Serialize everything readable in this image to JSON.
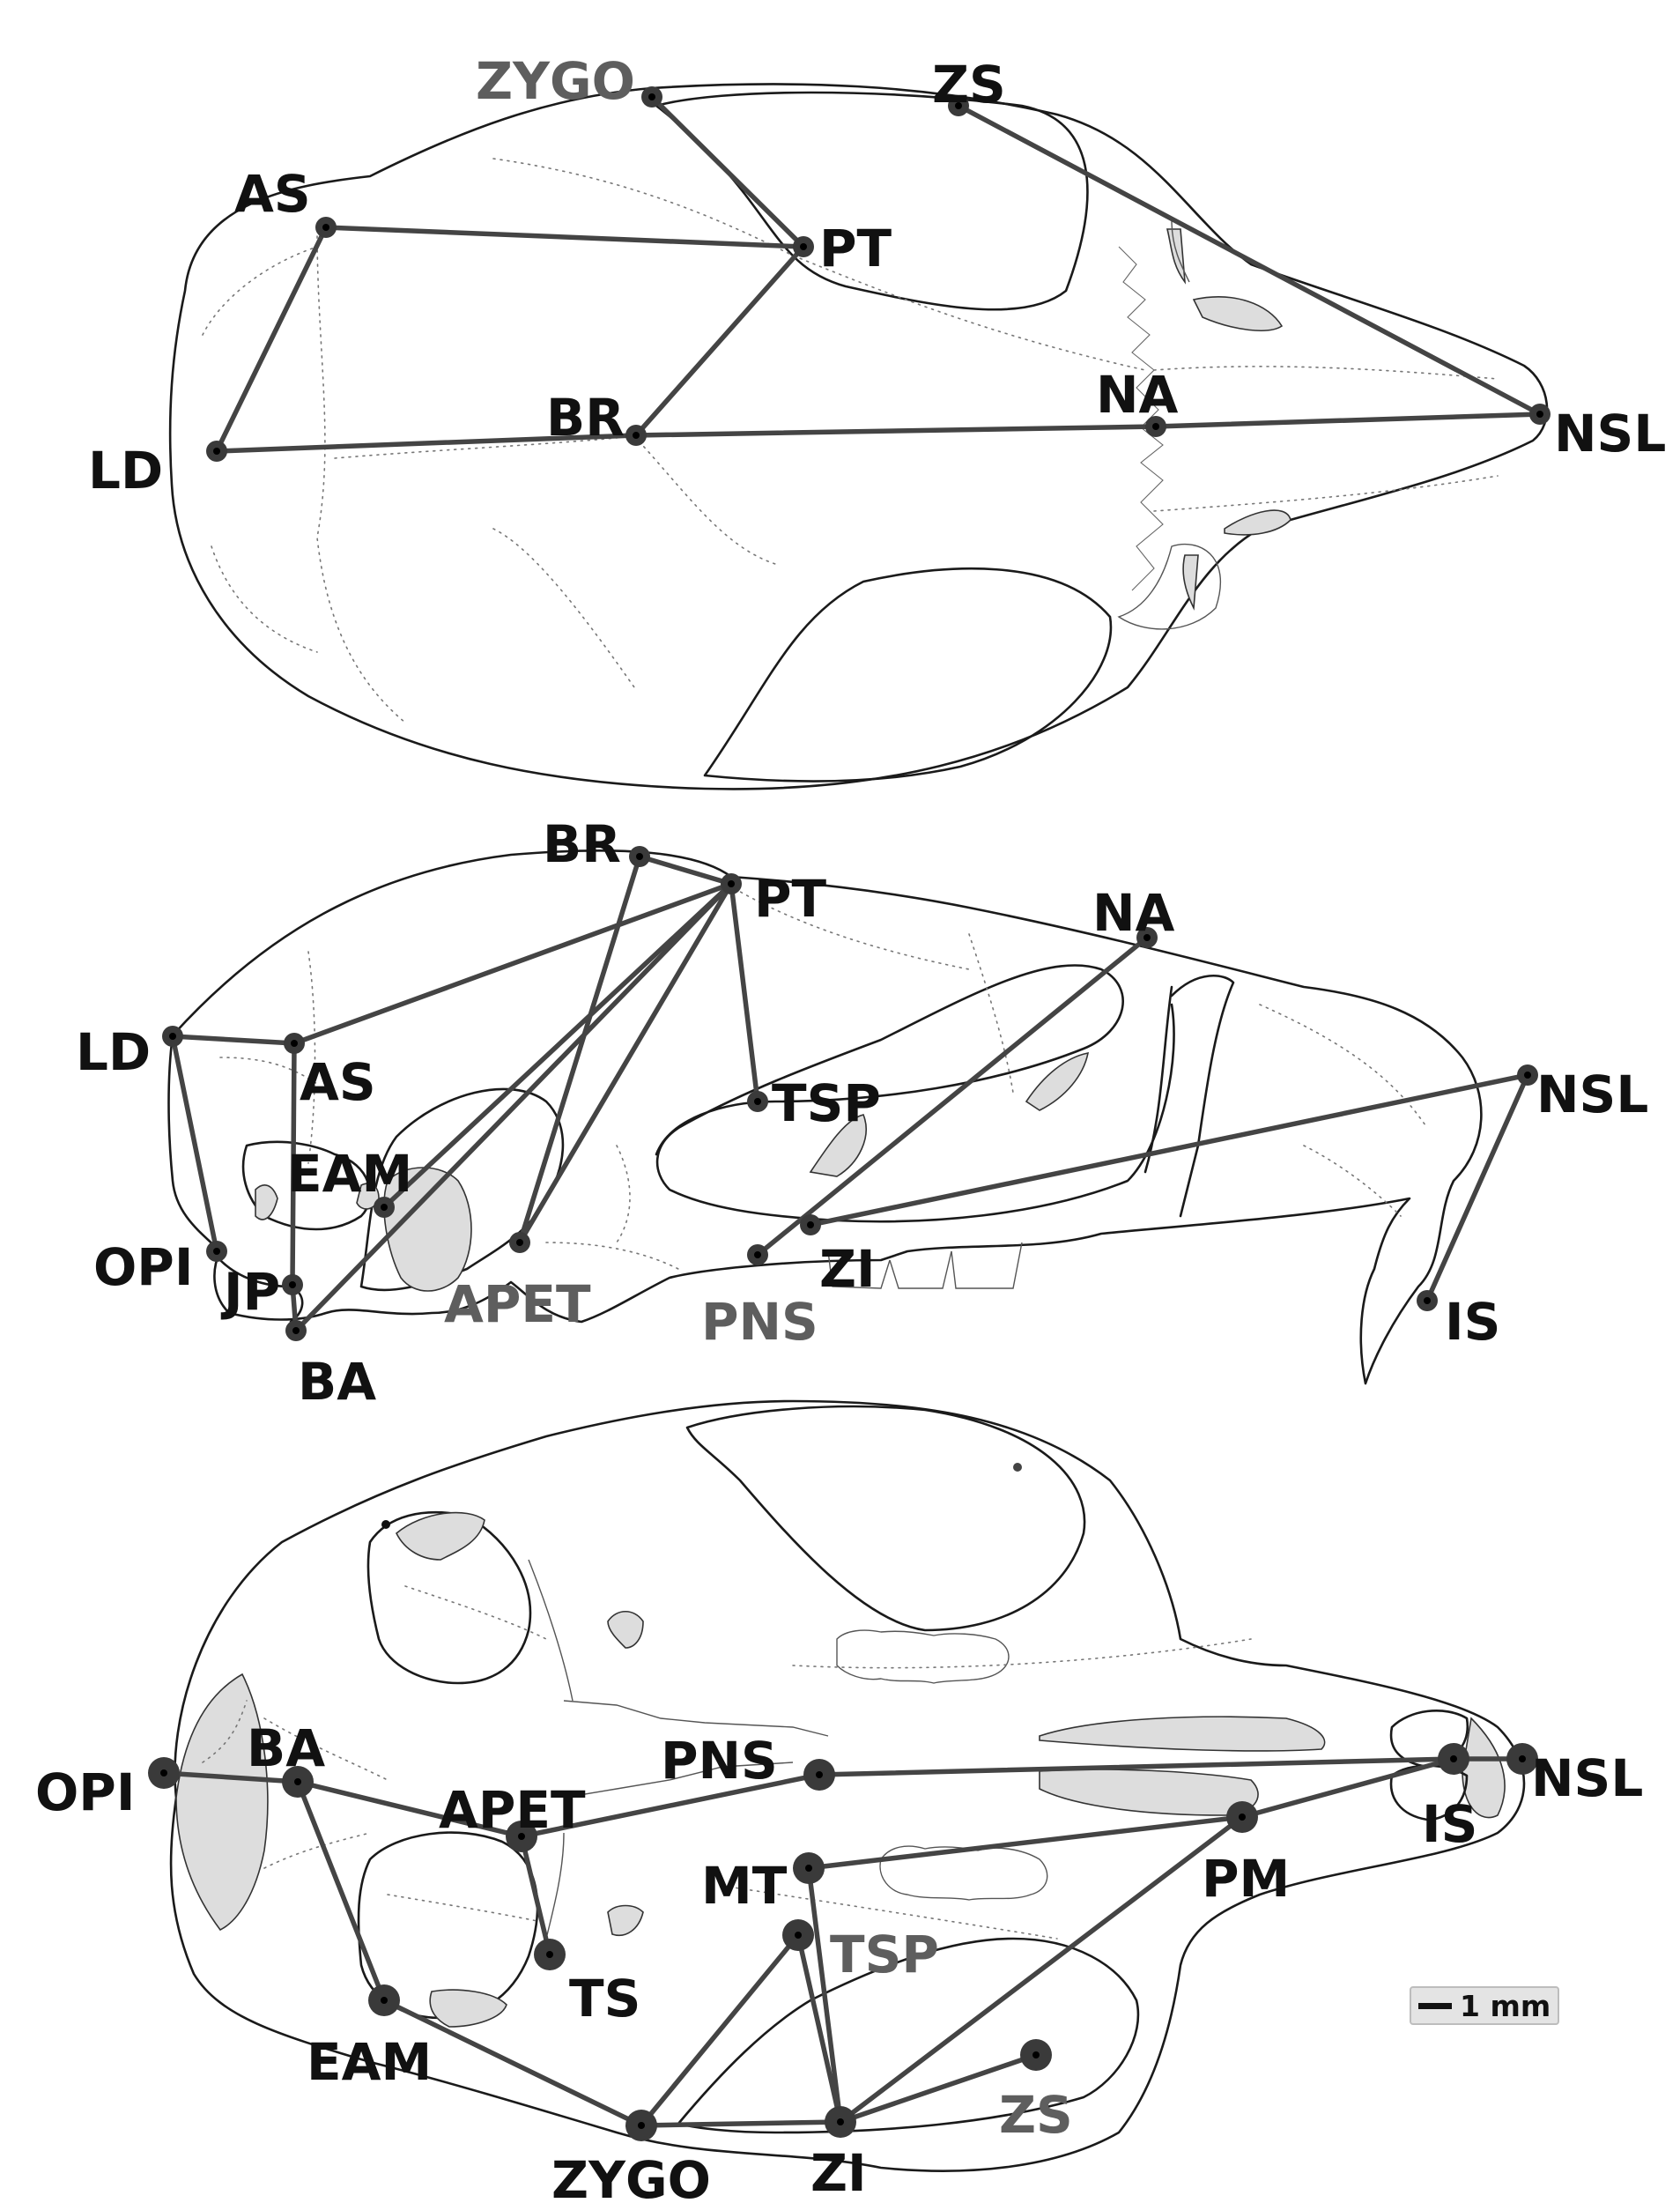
{
  "scale_bar": {
    "label": "1 mm"
  },
  "views": [
    {
      "id": "dorsal",
      "landmarks": [
        {
          "id": "ZYGO",
          "style": "grey"
        },
        {
          "id": "ZS",
          "style": "dark"
        },
        {
          "id": "AS",
          "style": "dark"
        },
        {
          "id": "PT",
          "style": "dark"
        },
        {
          "id": "LD",
          "style": "dark"
        },
        {
          "id": "BR",
          "style": "dark"
        },
        {
          "id": "NA",
          "style": "dark"
        },
        {
          "id": "NSL",
          "style": "dark"
        }
      ],
      "links": [
        [
          "ZYGO",
          "PT"
        ],
        [
          "ZS",
          "NSL"
        ],
        [
          "AS",
          "PT"
        ],
        [
          "AS",
          "LD"
        ],
        [
          "PT",
          "BR"
        ],
        [
          "LD",
          "BR"
        ],
        [
          "BR",
          "NA"
        ],
        [
          "NA",
          "NSL"
        ]
      ]
    },
    {
      "id": "lateral",
      "landmarks": [
        {
          "id": "BR",
          "style": "dark"
        },
        {
          "id": "PT",
          "style": "dark"
        },
        {
          "id": "NA",
          "style": "dark"
        },
        {
          "id": "LD",
          "style": "dark"
        },
        {
          "id": "AS",
          "style": "dark"
        },
        {
          "id": "TSP",
          "style": "dark"
        },
        {
          "id": "NSL",
          "style": "dark"
        },
        {
          "id": "EAM",
          "style": "dark"
        },
        {
          "id": "OPI",
          "style": "dark"
        },
        {
          "id": "JP",
          "style": "dark"
        },
        {
          "id": "APET",
          "style": "grey"
        },
        {
          "id": "PNS",
          "style": "grey"
        },
        {
          "id": "ZI",
          "style": "dark"
        },
        {
          "id": "IS",
          "style": "dark"
        },
        {
          "id": "BA",
          "style": "dark"
        }
      ],
      "links": [
        [
          "BR",
          "PT"
        ],
        [
          "BR",
          "APET"
        ],
        [
          "PT",
          "AS"
        ],
        [
          "PT",
          "TSP"
        ],
        [
          "PT",
          "APET"
        ],
        [
          "PT",
          "EAM"
        ],
        [
          "PT",
          "BA"
        ],
        [
          "LD",
          "AS"
        ],
        [
          "LD",
          "OPI"
        ],
        [
          "AS",
          "JP"
        ],
        [
          "NA",
          "PNS"
        ],
        [
          "NSL",
          "ZI"
        ],
        [
          "NSL",
          "IS"
        ],
        [
          "JP",
          "BA"
        ]
      ]
    },
    {
      "id": "ventral",
      "landmarks": [
        {
          "id": "OPI",
          "style": "dark"
        },
        {
          "id": "BA",
          "style": "dark"
        },
        {
          "id": "APET",
          "style": "dark"
        },
        {
          "id": "PNS",
          "style": "dark"
        },
        {
          "id": "NSL",
          "style": "dark"
        },
        {
          "id": "IS",
          "style": "dark"
        },
        {
          "id": "PM",
          "style": "dark"
        },
        {
          "id": "MT",
          "style": "dark"
        },
        {
          "id": "TSP",
          "style": "grey"
        },
        {
          "id": "TS",
          "style": "dark"
        },
        {
          "id": "EAM",
          "style": "dark"
        },
        {
          "id": "ZS",
          "style": "grey"
        },
        {
          "id": "ZYGO",
          "style": "dark"
        },
        {
          "id": "ZI",
          "style": "dark"
        }
      ],
      "links": [
        [
          "OPI",
          "BA"
        ],
        [
          "BA",
          "APET"
        ],
        [
          "BA",
          "EAM"
        ],
        [
          "APET",
          "PNS"
        ],
        [
          "APET",
          "TS"
        ],
        [
          "PNS",
          "IS"
        ],
        [
          "IS",
          "NSL"
        ],
        [
          "IS",
          "PM"
        ],
        [
          "PM",
          "MT"
        ],
        [
          "PM",
          "ZI"
        ],
        [
          "MT",
          "ZI"
        ],
        [
          "TSP",
          "ZYGO"
        ],
        [
          "TSP",
          "ZI"
        ],
        [
          "EAM",
          "ZYGO"
        ],
        [
          "ZYGO",
          "ZI"
        ],
        [
          "ZI",
          "ZS"
        ]
      ]
    }
  ]
}
